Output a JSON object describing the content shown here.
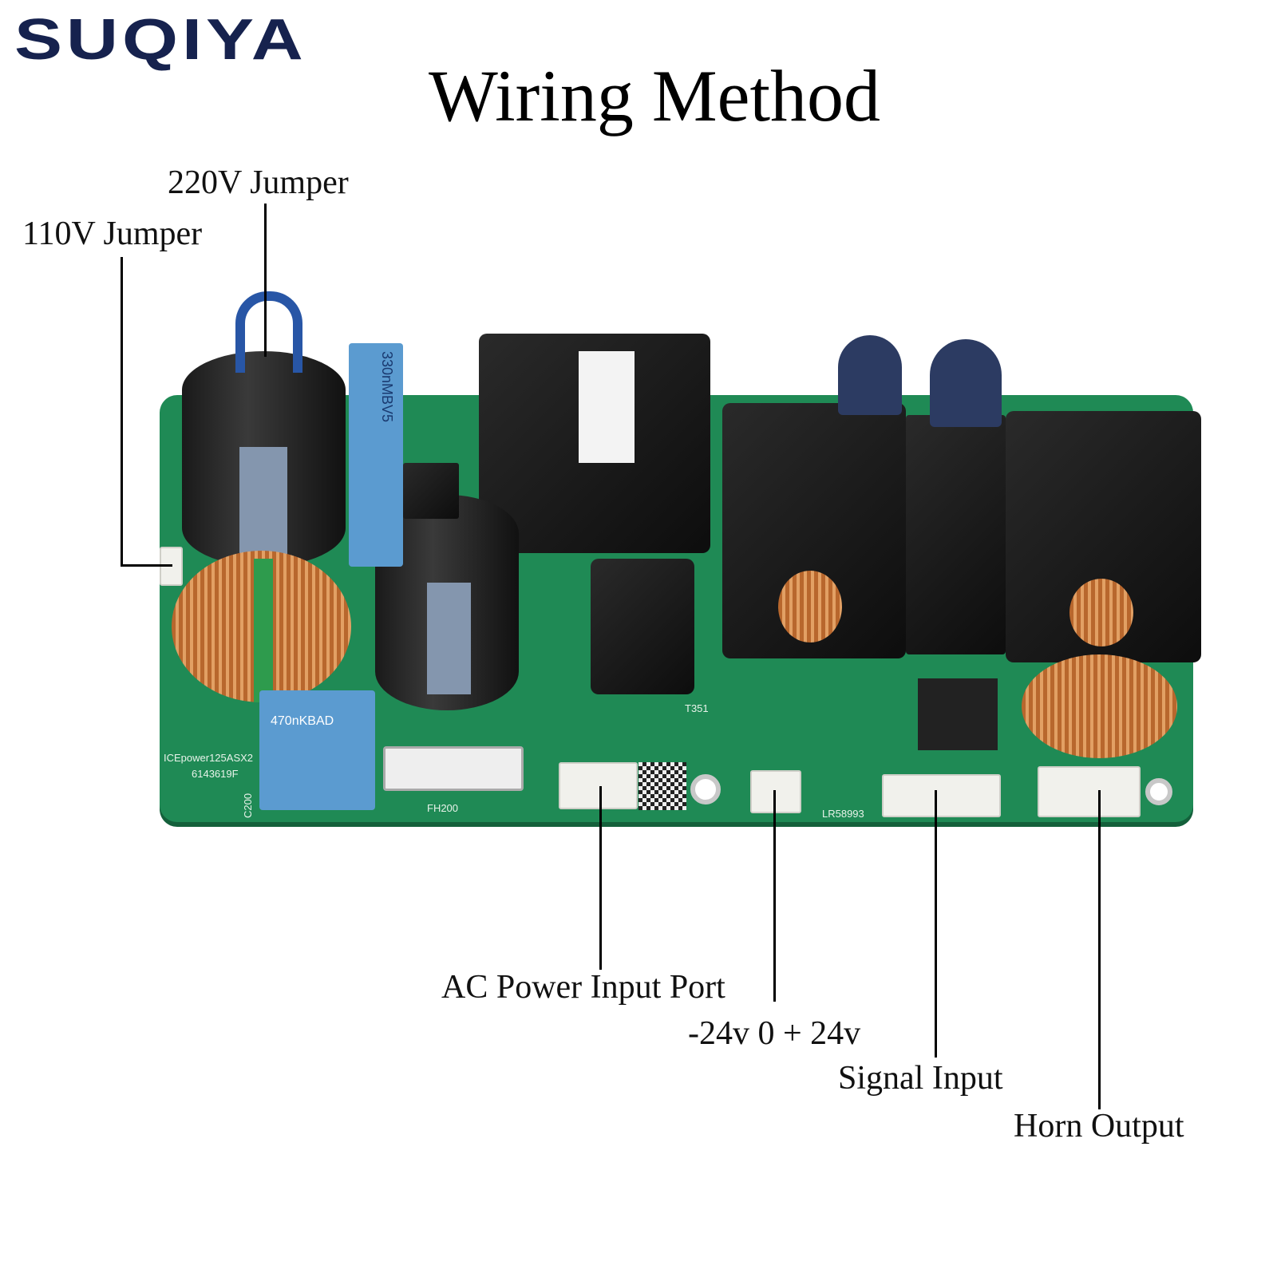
{
  "brand": {
    "logo_text": "SUQIYA",
    "color": "#16224e"
  },
  "title": "Wiring Method",
  "callouts": [
    {
      "id": "jumper-220v",
      "label": "220V Jumper"
    },
    {
      "id": "jumper-110v",
      "label": "110V Jumper"
    },
    {
      "id": "ac-power-input",
      "label": "AC Power Input Port"
    },
    {
      "id": "dc-supply",
      "label": "-24v 0 + 24v"
    },
    {
      "id": "signal-input",
      "label": "Signal Input"
    },
    {
      "id": "horn-output",
      "label": "Horn Output"
    }
  ],
  "board": {
    "pcb_color": "#1f8a55",
    "markings": {
      "model": "ICEpower125ASX2",
      "serial": "6143619F",
      "fuse": "FH200",
      "cap_ref": "C200",
      "transformer_ref": "T351",
      "cert": "LR58993",
      "film_cap": "470nKBAD",
      "film_cap2": "330nMBV5"
    }
  }
}
